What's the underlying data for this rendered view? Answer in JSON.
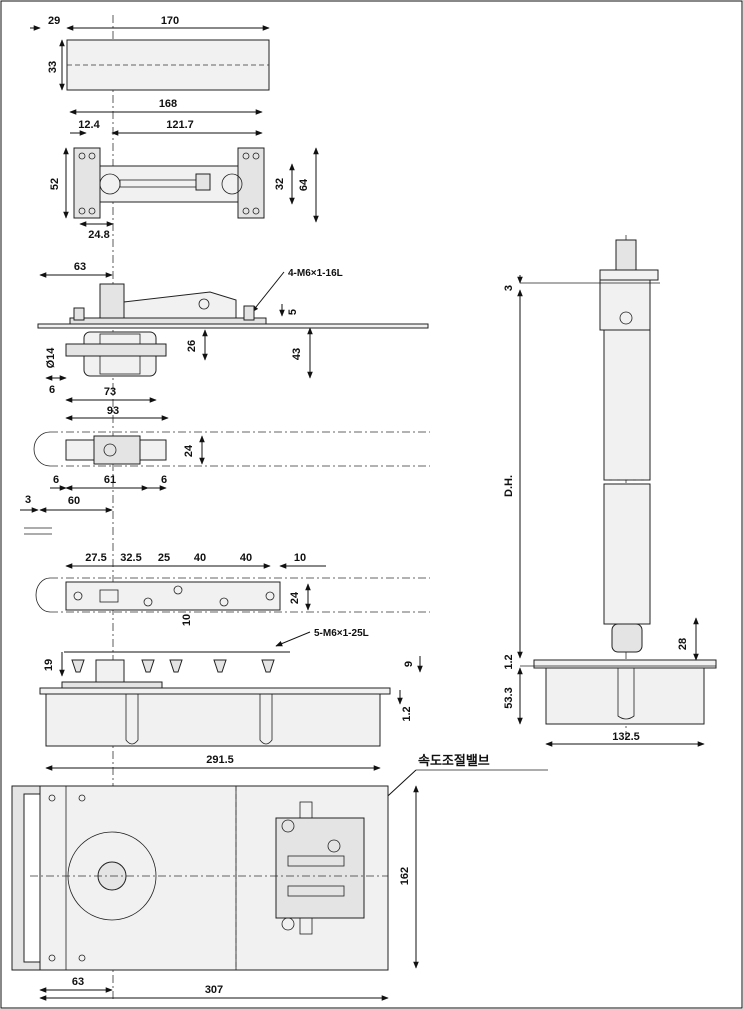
{
  "callouts": {
    "bolt_top": "4-M6×1-16L",
    "bolt_bottom": "5-M6×1-25L",
    "speed_valve": "속도조절밸브"
  },
  "dims": {
    "d29": "29",
    "d170": "170",
    "d33": "33",
    "d168": "168",
    "d12_4": "12.4",
    "d121_7": "121.7",
    "d52": "52",
    "d32": "32",
    "d64": "64",
    "d24_8": "24.8",
    "d63a": "63",
    "d5": "5",
    "d26": "26",
    "d43": "43",
    "d_phi14": "Ø14",
    "d6a": "6",
    "d73": "73",
    "d93": "93",
    "d24a": "24",
    "d6b": "6",
    "d61": "61",
    "d6c": "6",
    "d3a": "3",
    "d60": "60",
    "d27_5": "27.5",
    "d32_5": "32.5",
    "d25": "25",
    "d40a": "40",
    "d40b": "40",
    "d10a": "10",
    "d24b": "24",
    "d10b": "10",
    "d19": "19",
    "d9": "9",
    "d1_2a": "1.2",
    "d291_5": "291.5",
    "d162": "162",
    "d63b": "63",
    "d307": "307",
    "d3b": "3",
    "dDH": "D.H.",
    "d28": "28",
    "d1_2b": "1.2",
    "d53_3": "53.3",
    "d132_5": "132.5"
  }
}
